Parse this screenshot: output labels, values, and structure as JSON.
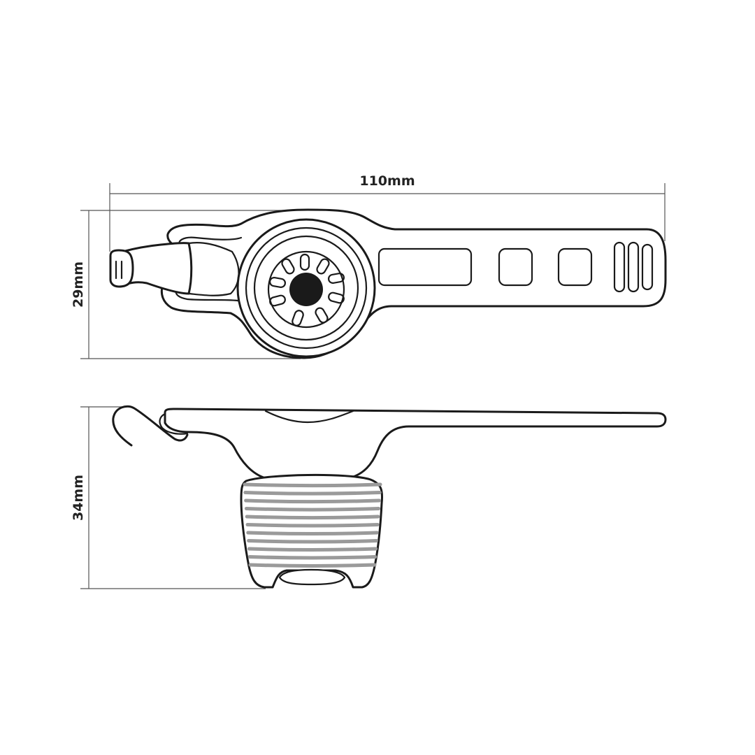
{
  "dimensions": {
    "width_label": "110mm",
    "top_height_label": "29mm",
    "side_height_label": "34mm"
  },
  "colors": {
    "outline": "#1a1a1a",
    "dimension_line": "#555555",
    "stripe": "#9a9a9a",
    "background": "#ffffff"
  },
  "side_view": {
    "stripe_count": 11
  }
}
